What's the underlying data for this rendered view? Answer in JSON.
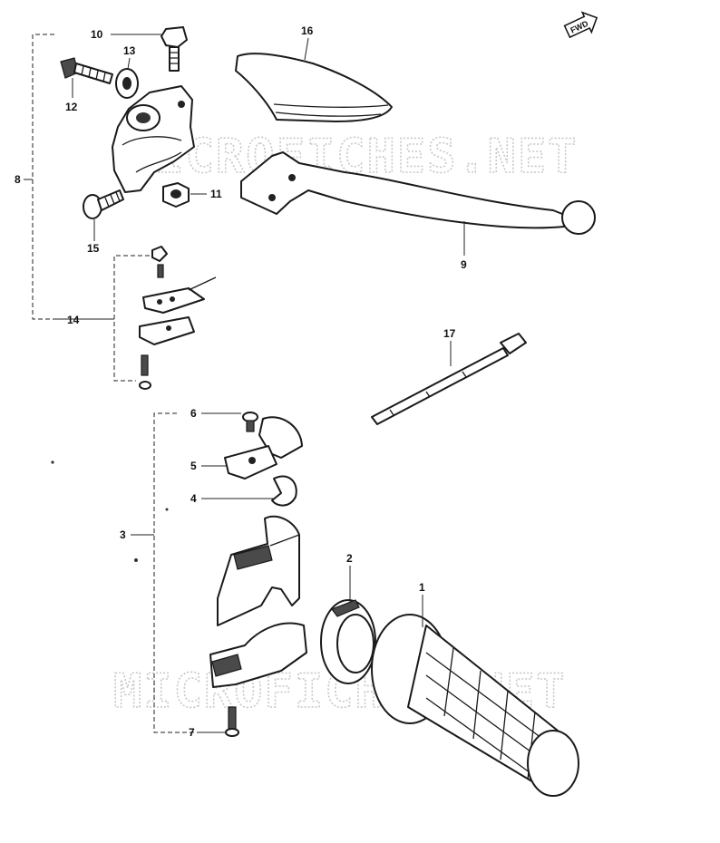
{
  "watermark": "MICROFICHES.NET",
  "fwd_label": "FWD",
  "callouts": {
    "c1": "1",
    "c2": "2",
    "c3": "3",
    "c4": "4",
    "c5": "5",
    "c6": "6",
    "c7": "7",
    "c8": "8",
    "c9": "9",
    "c10": "10",
    "c11": "11",
    "c12": "12",
    "c13": "13",
    "c14": "14",
    "c15": "15",
    "c16": "16",
    "c17": "17"
  }
}
